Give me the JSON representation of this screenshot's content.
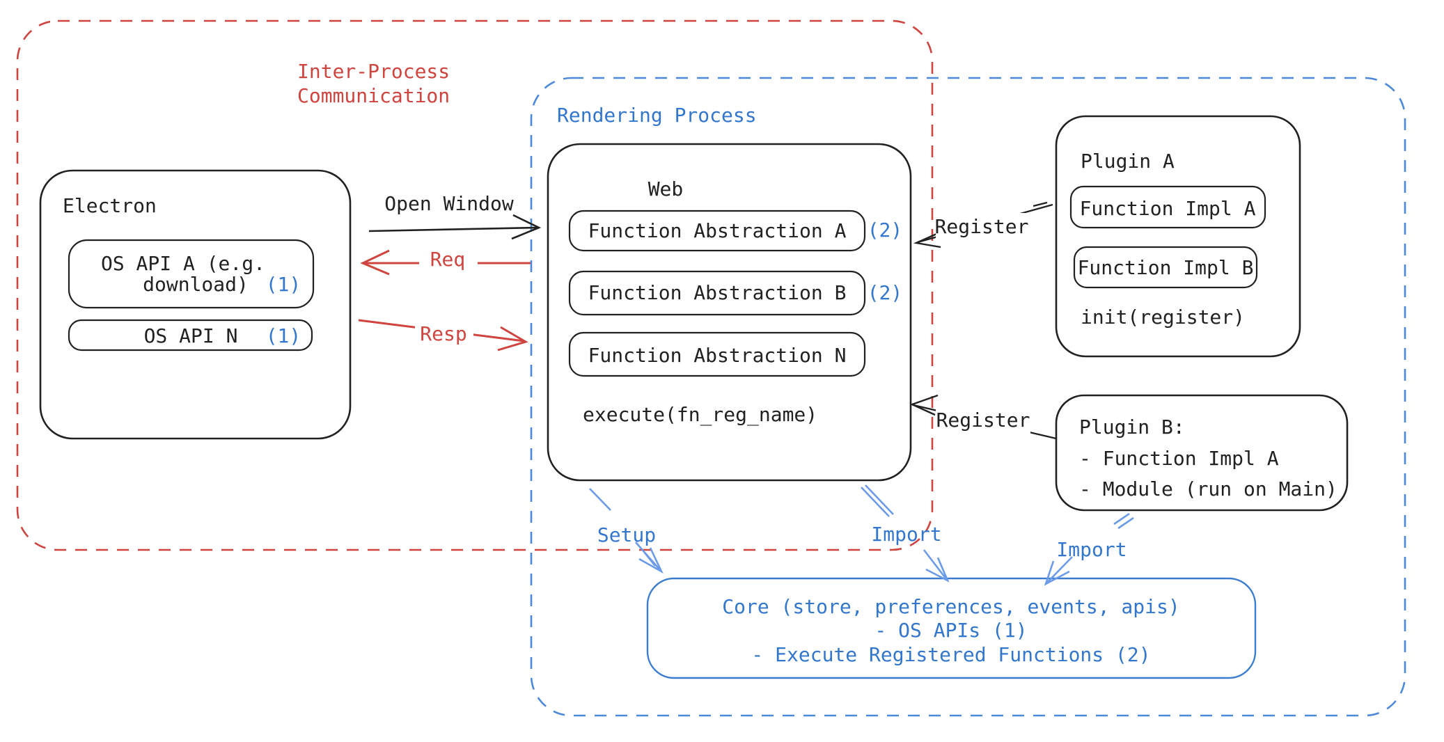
{
  "diagram_title": "Electron plugin architecture diagram",
  "colors": {
    "red": "#cf443e",
    "blue_text": "#3277cd",
    "blue_dash_border": "#4d89da",
    "core_border": "#3a7cd0",
    "arrow_blue": "#6b9be8",
    "black": "#212121",
    "background": "#ffffff"
  },
  "regions": {
    "ipc": {
      "label_line1": "Inter-Process",
      "label_line2": "Communication"
    },
    "rendering": {
      "label": "Rendering Process"
    }
  },
  "electron": {
    "label": "Electron",
    "os_api_a_line1": "OS API A (e.g.",
    "os_api_a_line2": "download)",
    "os_api_a_badge": "(1)",
    "os_api_n_label": "OS API N",
    "os_api_n_badge": "(1)"
  },
  "web": {
    "label": "Web",
    "fn_abstraction_a": "Function Abstraction A",
    "fn_abstraction_a_badge": "(2)",
    "fn_abstraction_b": "Function Abstraction B",
    "fn_abstraction_b_badge": "(2)",
    "fn_abstraction_n": "Function Abstraction N",
    "execute": "execute(fn_reg_name)"
  },
  "plugin_a": {
    "label": "Plugin A",
    "fn_impl_a": "Function Impl A",
    "fn_impl_b": "Function Impl B",
    "init": "init(register)"
  },
  "plugin_b": {
    "line1": "Plugin B:",
    "line2": "- Function Impl A",
    "line3": "- Module (run on Main)"
  },
  "core": {
    "line1": "Core (store, preferences, events, apis)",
    "line2": "- OS APIs (1)",
    "line3": "- Execute Registered Functions (2)"
  },
  "arrows": {
    "open_window": "Open Window",
    "req": "Req",
    "resp": "Resp",
    "register_plugin_a": "Register",
    "register_plugin_b": "Register",
    "setup": "Setup",
    "import_web": "Import",
    "import_plugin_b": "Import"
  }
}
